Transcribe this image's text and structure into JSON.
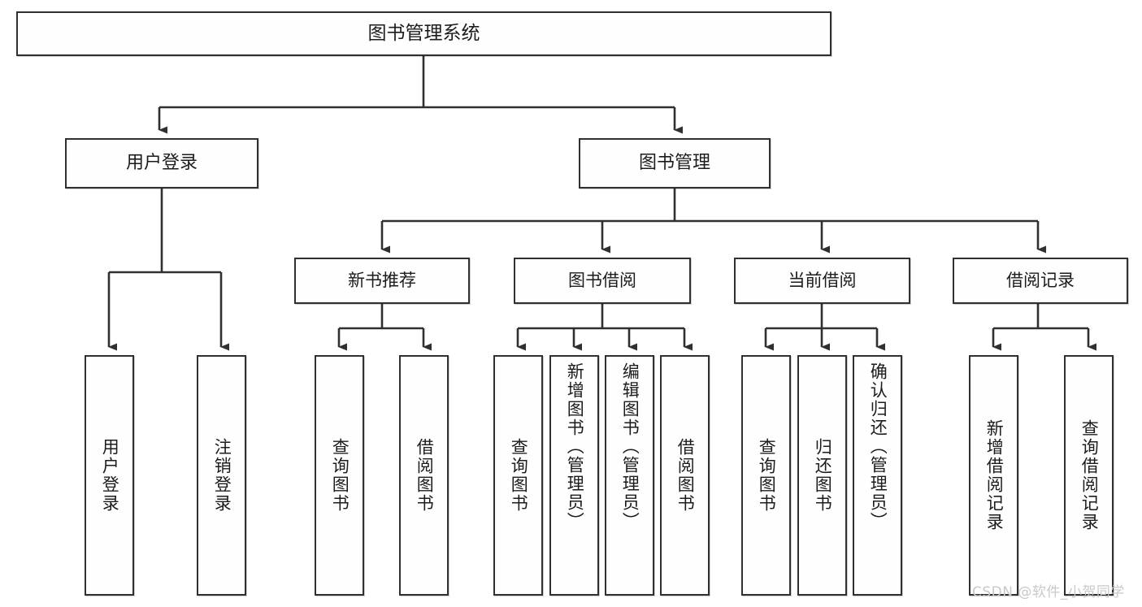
{
  "diagram": {
    "type": "tree-hierarchy",
    "title": "图书管理系统",
    "watermark": "CSDN @软件_小贺同学",
    "colors": {
      "stroke": "#30302f",
      "box_fill": "#fefefe",
      "text": "#1c1c1c",
      "watermark": "#c9c9c9",
      "background": "#ffffff"
    },
    "nodes": {
      "root": {
        "label": "图书管理系统",
        "level": 1
      },
      "user_login": {
        "label": "用户登录",
        "level": 2
      },
      "book_manage": {
        "label": "图书管理",
        "level": 2
      },
      "new_book_rec": {
        "label": "新书推荐",
        "level": 3
      },
      "book_borrow": {
        "label": "图书借阅",
        "level": 3
      },
      "current_borrow": {
        "label": "当前借阅",
        "level": 3
      },
      "borrow_record": {
        "label": "借阅记录",
        "level": 3
      },
      "leaf_user_login": {
        "label": "用户登录",
        "level": 4
      },
      "leaf_logout": {
        "label": "注销登录",
        "level": 4
      },
      "leaf_query_book_1": {
        "label": "查询图书",
        "level": 4
      },
      "leaf_borrow_book_1": {
        "label": "借阅图书",
        "level": 4
      },
      "leaf_query_book_2": {
        "label": "查询图书",
        "level": 4
      },
      "leaf_add_book": {
        "label": "新增图书（管理员）",
        "level": 4
      },
      "leaf_edit_book": {
        "label": "编辑图书（管理员）",
        "level": 4
      },
      "leaf_borrow_book_2": {
        "label": "借阅图书",
        "level": 4
      },
      "leaf_query_book_3": {
        "label": "查询图书",
        "level": 4
      },
      "leaf_return_book": {
        "label": "归还图书",
        "level": 4
      },
      "leaf_confirm_return": {
        "label": "确认归还（管理员）",
        "level": 4
      },
      "leaf_add_record": {
        "label": "新增借阅记录",
        "level": 4
      },
      "leaf_query_record": {
        "label": "查询借阅记录",
        "level": 4
      }
    },
    "edges": [
      {
        "from": "root",
        "to": "user_login"
      },
      {
        "from": "root",
        "to": "book_manage"
      },
      {
        "from": "user_login",
        "to": "leaf_user_login"
      },
      {
        "from": "user_login",
        "to": "leaf_logout"
      },
      {
        "from": "book_manage",
        "to": "new_book_rec"
      },
      {
        "from": "book_manage",
        "to": "book_borrow"
      },
      {
        "from": "book_manage",
        "to": "current_borrow"
      },
      {
        "from": "book_manage",
        "to": "borrow_record"
      },
      {
        "from": "new_book_rec",
        "to": "leaf_query_book_1"
      },
      {
        "from": "new_book_rec",
        "to": "leaf_borrow_book_1"
      },
      {
        "from": "book_borrow",
        "to": "leaf_query_book_2"
      },
      {
        "from": "book_borrow",
        "to": "leaf_add_book"
      },
      {
        "from": "book_borrow",
        "to": "leaf_edit_book"
      },
      {
        "from": "book_borrow",
        "to": "leaf_borrow_book_2"
      },
      {
        "from": "current_borrow",
        "to": "leaf_query_book_3"
      },
      {
        "from": "current_borrow",
        "to": "leaf_return_book"
      },
      {
        "from": "current_borrow",
        "to": "leaf_confirm_return"
      },
      {
        "from": "borrow_record",
        "to": "leaf_add_record"
      },
      {
        "from": "borrow_record",
        "to": "leaf_query_record"
      }
    ]
  }
}
